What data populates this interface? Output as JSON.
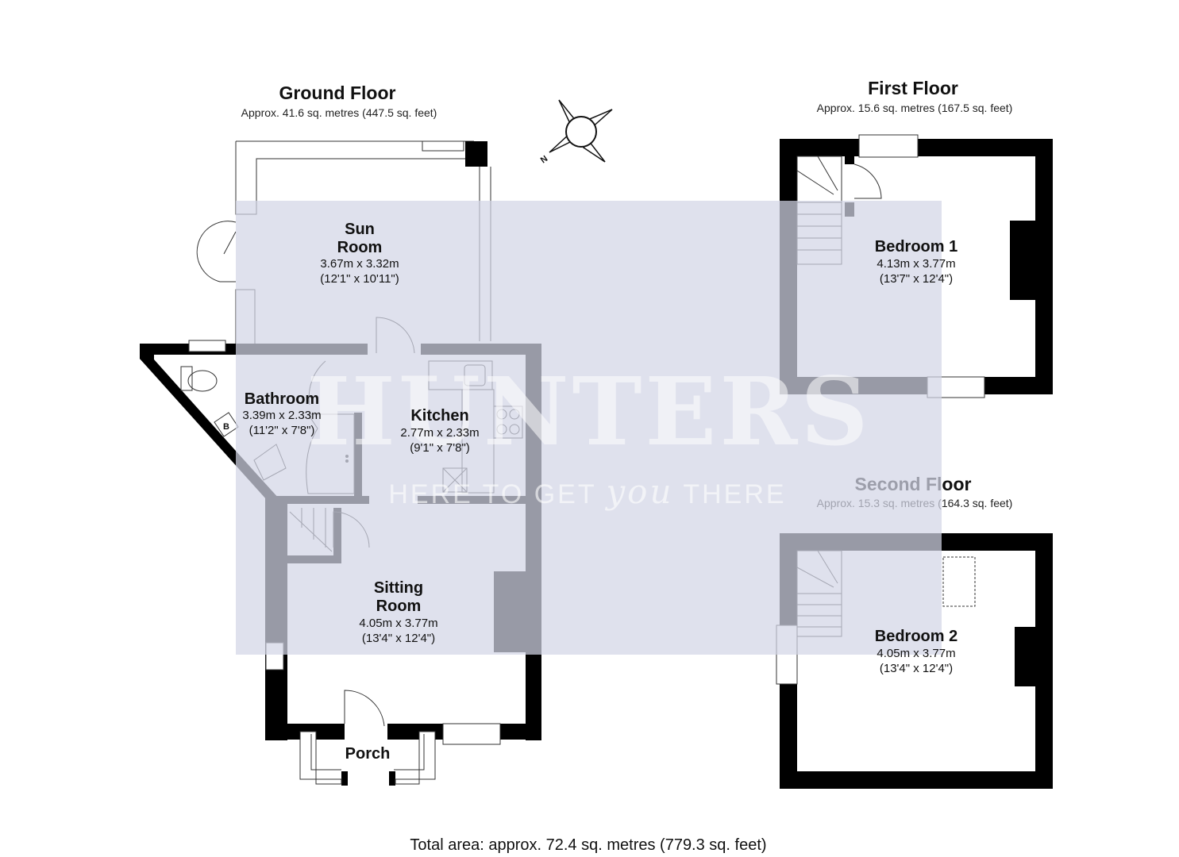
{
  "floors": {
    "ground": {
      "title": "Ground Floor",
      "area": "Approx. 41.6 sq. metres (447.5 sq. feet)"
    },
    "first": {
      "title": "First Floor",
      "area": "Approx. 15.6 sq. metres (167.5 sq. feet)"
    },
    "second": {
      "title": "Second Floor",
      "area": "Approx. 15.3 sq. metres (164.3 sq. feet)"
    }
  },
  "rooms": {
    "sun_room": {
      "name_1": "Sun",
      "name_2": "Room",
      "dim_m": "3.67m x 3.32m",
      "dim_ft": "(12'1\" x 10'11\")"
    },
    "bathroom": {
      "name": "Bathroom",
      "dim_m": "3.39m x 2.33m",
      "dim_ft": "(11'2\" x 7'8\")"
    },
    "kitchen": {
      "name": "Kitchen",
      "dim_m": "2.77m x 2.33m",
      "dim_ft": "(9'1\" x 7'8\")"
    },
    "sitting_room": {
      "name_1": "Sitting",
      "name_2": "Room",
      "dim_m": "4.05m x 3.77m",
      "dim_ft": "(13'4\" x 12'4\")"
    },
    "porch": {
      "name": "Porch"
    },
    "bedroom_1": {
      "name": "Bedroom 1",
      "dim_m": "4.13m x 3.77m",
      "dim_ft": "(13'7\" x 12'4\")"
    },
    "bedroom_2": {
      "name": "Bedroom 2",
      "dim_m": "4.05m x 3.77m",
      "dim_ft": "(13'4\" x 12'4\")"
    }
  },
  "boiler_label": "B",
  "compass_label": "N",
  "watermark": {
    "brand": "HUNTERS",
    "tagline_1": "HERE TO GET ",
    "tagline_2": "you",
    "tagline_3": " THERE"
  },
  "total_area": "Total area: approx. 72.4 sq. metres (779.3 sq. feet)",
  "colors": {
    "wall": "#000000",
    "watermark": "#d2d6e6",
    "text": "#111111"
  }
}
